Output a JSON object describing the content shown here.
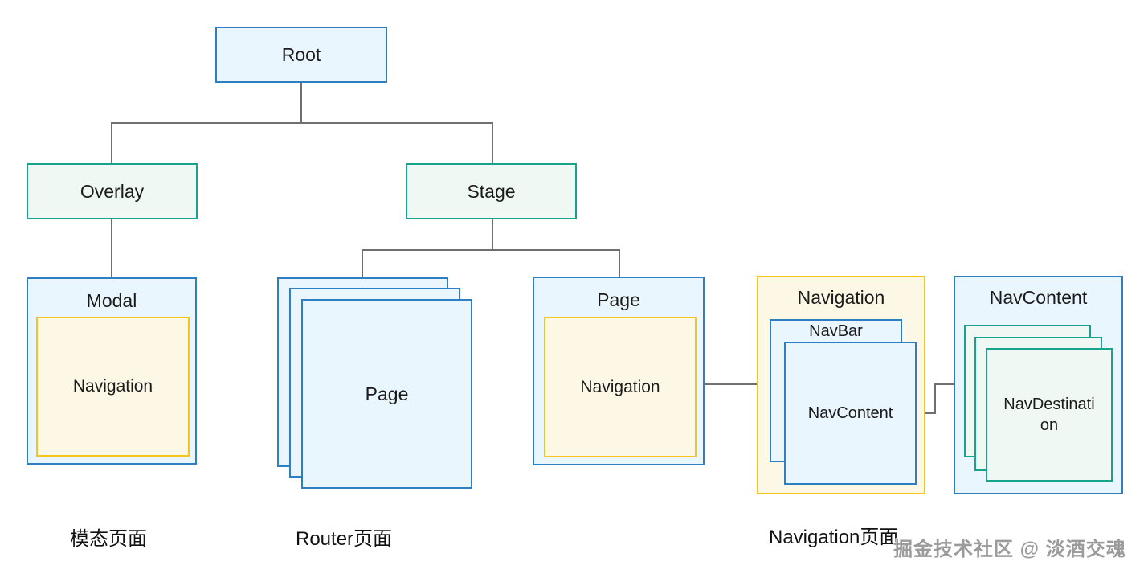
{
  "nodes": {
    "root": "Root",
    "overlay": "Overlay",
    "stage": "Stage",
    "modal": "Modal",
    "modal_navigation": "Navigation",
    "router_page": "Page",
    "page": "Page",
    "page_navigation": "Navigation",
    "navigation": "Navigation",
    "navbar": "NavBar",
    "navcontent_inner": "NavContent",
    "navcontent": "NavContent",
    "navdestination": "NavDestination"
  },
  "captions": {
    "modal": "模态页面",
    "router": "Router页面",
    "navigation": "Navigation页面"
  },
  "watermark": "掘金技术社区 @ 淡酒交魂",
  "colors": {
    "blue_border": "#2E7FC1",
    "blue_fill": "#EAF6FD",
    "teal_border": "#18A48C",
    "teal_fill": "#EFF8F2",
    "yellow_border": "#F5C51D",
    "yellow_fill": "#FDF8E6",
    "connector": "#707070",
    "text": "#1B1B1B",
    "watermark_text": "#9B9B9B"
  }
}
